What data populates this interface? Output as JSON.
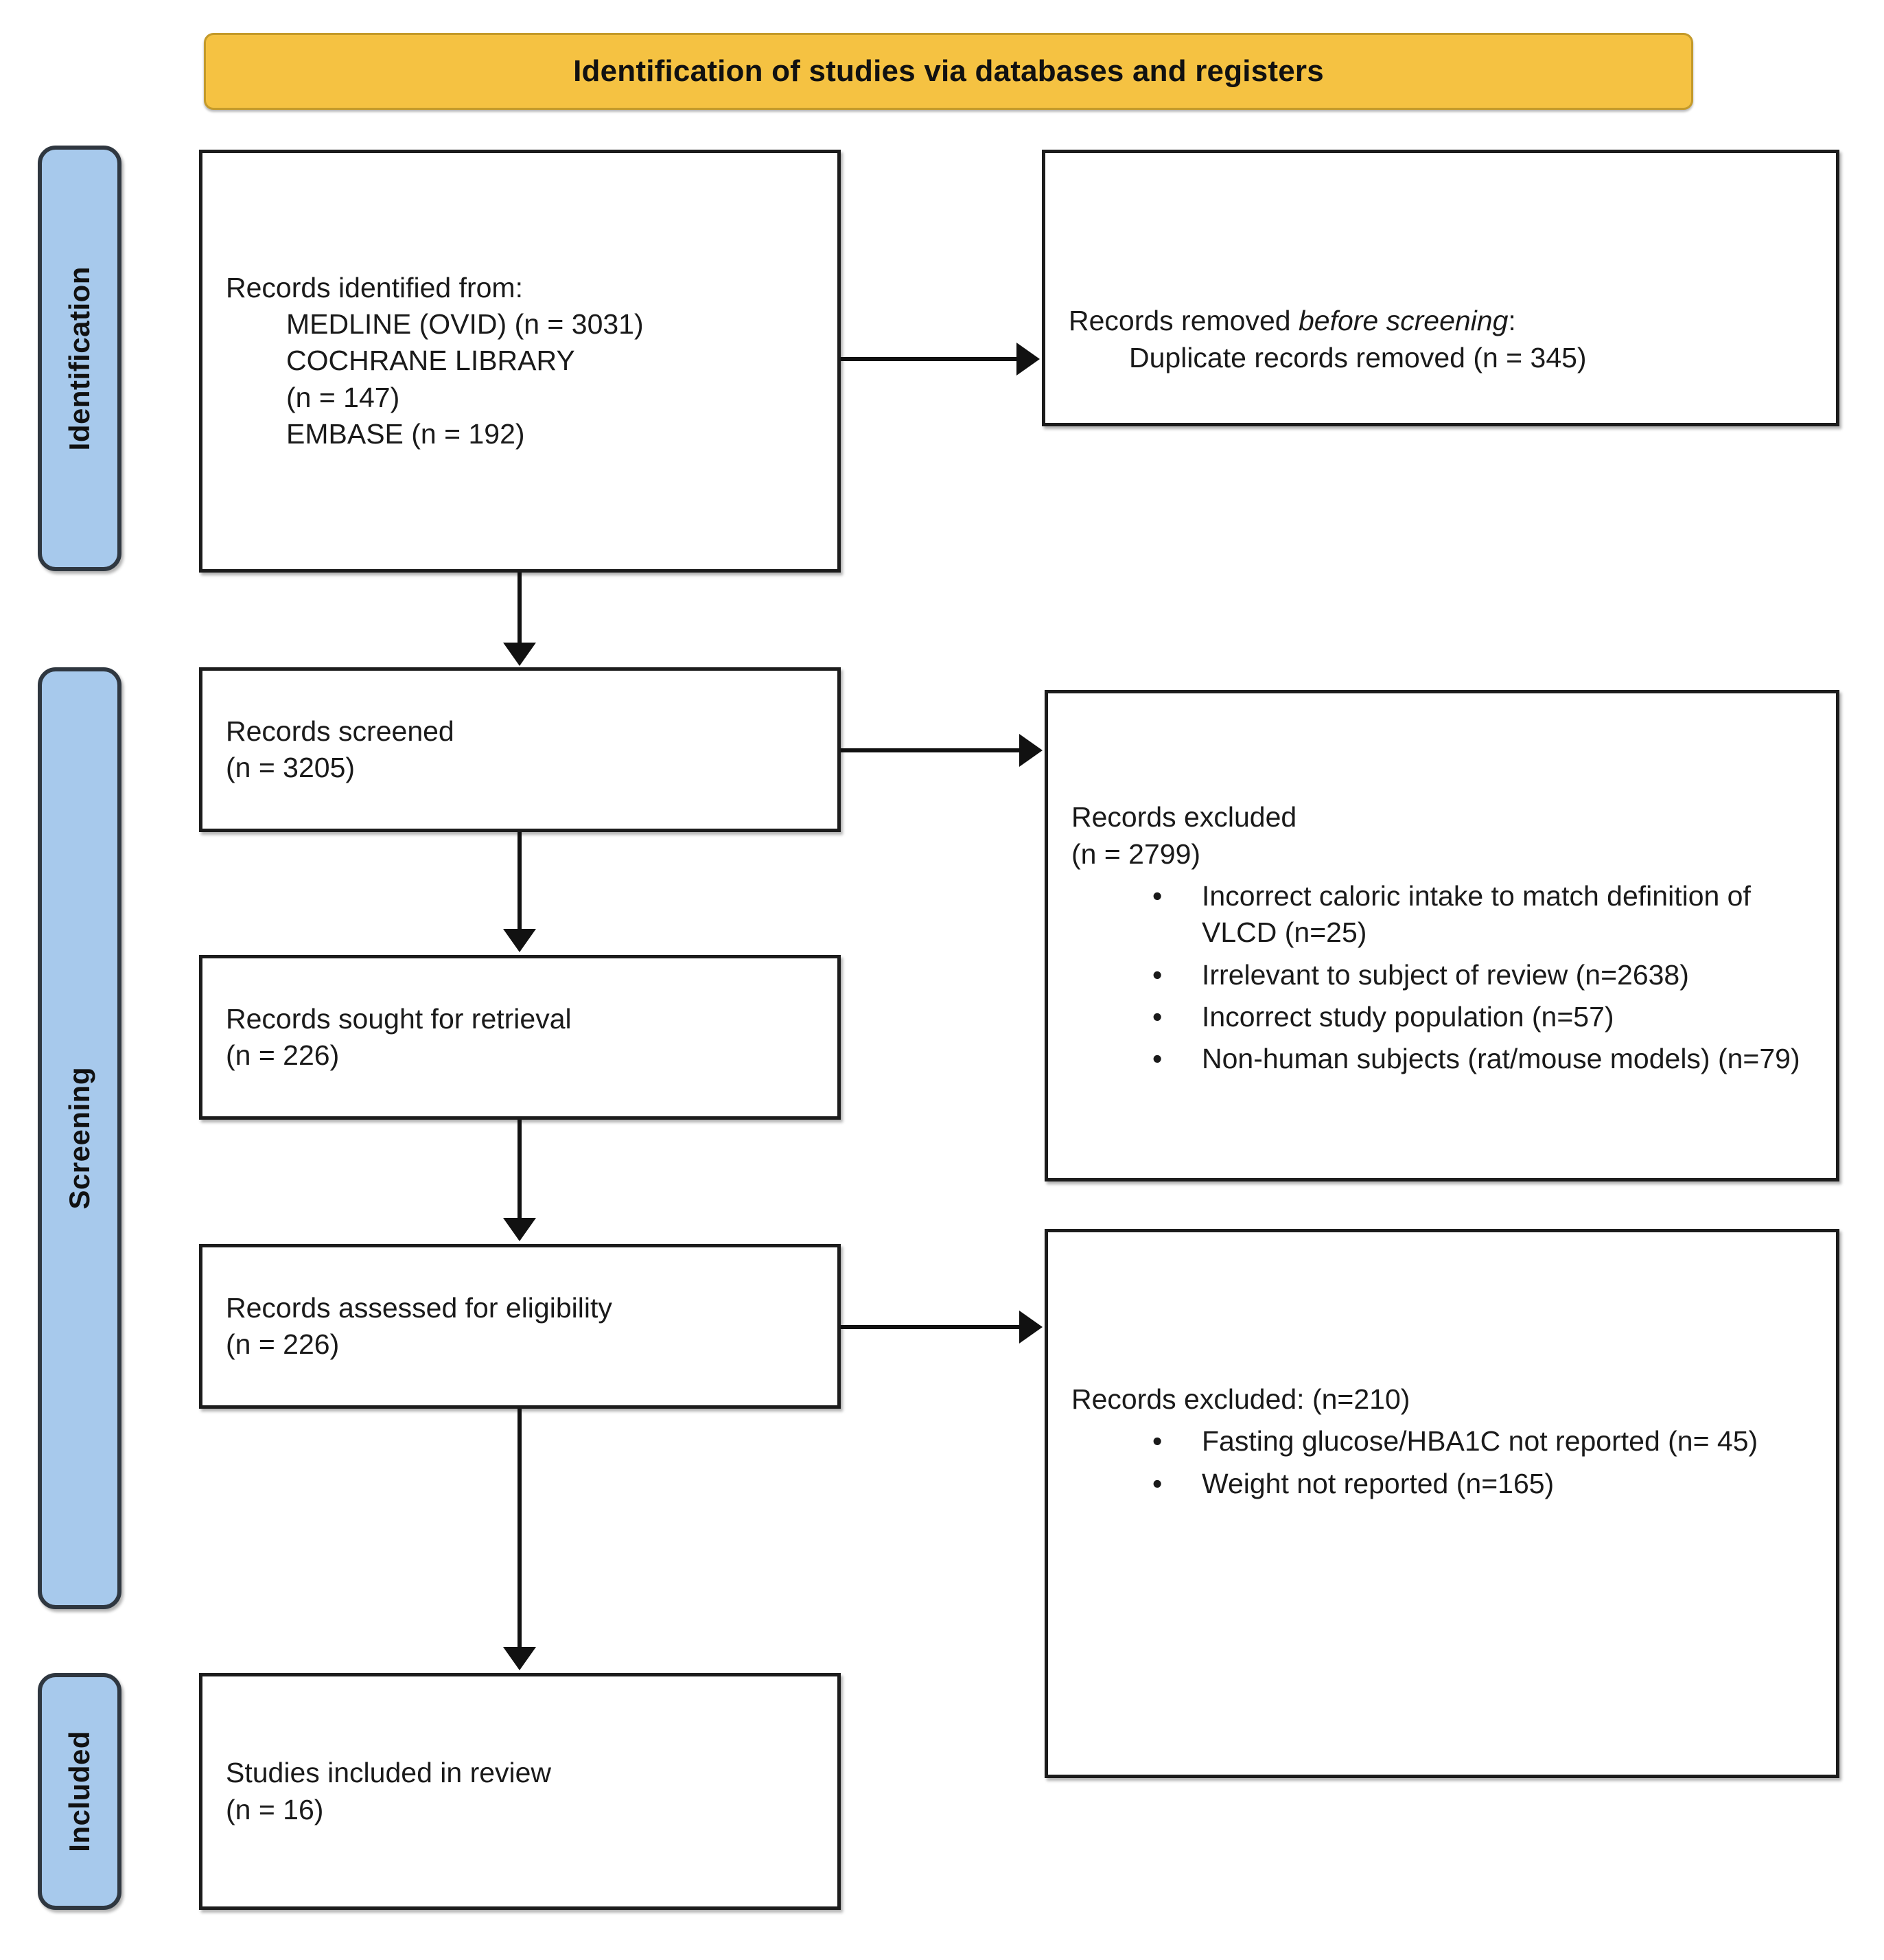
{
  "banner": {
    "title": "Identification of studies via databases and registers",
    "color": "#F5C242"
  },
  "stage_tabs": {
    "color": "#A7C9EC",
    "identification": "Identification",
    "screening": "Screening",
    "included": "Included"
  },
  "boxes": {
    "identified": {
      "heading": "Records identified from:",
      "lines": [
        "MEDLINE (OVID) (n = 3031)",
        "COCHRANE LIBRARY",
        "(n = 147)",
        "EMBASE (n = 192)"
      ]
    },
    "removed": {
      "heading_prefix": "Records removed ",
      "heading_italic": "before screening",
      "heading_suffix": ":",
      "line": "Duplicate records removed (n = 345)"
    },
    "screened": {
      "label": "Records screened",
      "count": "(n = 3205)"
    },
    "excluded_screening": {
      "label": "Records excluded",
      "count": "(n = 2799)",
      "reasons": [
        "Incorrect caloric intake to match definition of VLCD (n=25)",
        "Irrelevant to subject of review (n=2638)",
        "Incorrect study population (n=57)",
        "Non-human subjects (rat/mouse models) (n=79)"
      ]
    },
    "sought": {
      "label": "Records sought for retrieval",
      "count": "(n = 226)"
    },
    "assessed": {
      "label": "Records assessed for eligibility",
      "count": "(n = 226)"
    },
    "excluded_eligibility": {
      "label": "Records excluded: (n=210)",
      "reasons": [
        "Fasting glucose/HBA1C not reported (n= 45)",
        "Weight not reported (n=165)"
      ]
    },
    "included": {
      "label": "Studies included in review",
      "count": "(n = 16)"
    }
  },
  "bullet_glyph": "•"
}
